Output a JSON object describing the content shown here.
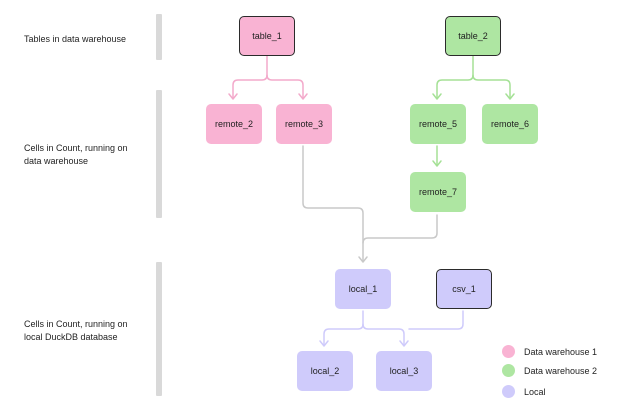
{
  "rows": [
    {
      "label": "Tables in data warehouse"
    },
    {
      "label": "Cells in Count, running on data warehouse"
    },
    {
      "label": "Cells in Count, running on local DuckDB database"
    }
  ],
  "nodes": {
    "table_1": "table_1",
    "table_2": "table_2",
    "remote_2": "remote_2",
    "remote_3": "remote_3",
    "remote_5": "remote_5",
    "remote_6": "remote_6",
    "remote_7": "remote_7",
    "local_1": "local_1",
    "csv_1": "csv_1",
    "local_2": "local_2",
    "local_3": "local_3"
  },
  "colors": {
    "data_warehouse_1": "#f9b3d3",
    "data_warehouse_2": "#aee6a2",
    "local": "#cfcbfb",
    "connector_local": "#c9c9c9"
  },
  "legend": [
    {
      "label": "Data warehouse 1",
      "color": "#f9b3d3"
    },
    {
      "label": "Data warehouse 2",
      "color": "#aee6a2"
    },
    {
      "label": "Local",
      "color": "#cfcbfb"
    }
  ]
}
